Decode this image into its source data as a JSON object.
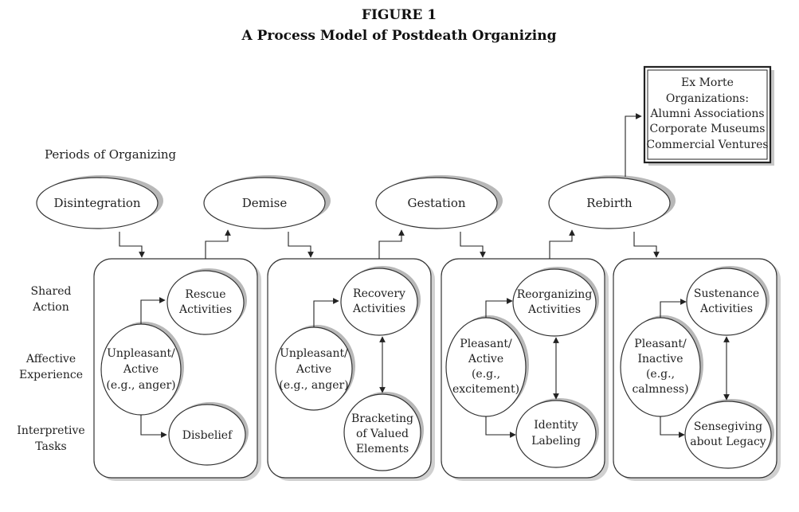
{
  "figure": {
    "label": "FIGURE 1",
    "title": "A Process Model of Postdeath Organizing"
  },
  "periods_label": "Periods of Organizing",
  "periods": [
    "Disintegration",
    "Demise",
    "Gestation",
    "Rebirth"
  ],
  "row_labels": {
    "shared_action": [
      "Shared",
      "Action"
    ],
    "affective_experience": [
      "Affective",
      "Experience"
    ],
    "interpretive_tasks": [
      "Interpretive",
      "Tasks"
    ]
  },
  "panels": [
    {
      "top": [
        "Rescue",
        "Activities"
      ],
      "affect": [
        "Unpleasant/",
        "Active",
        "(e.g., anger)"
      ],
      "bottom": [
        "Disbelief"
      ]
    },
    {
      "top": [
        "Recovery",
        "Activities"
      ],
      "affect": [
        "Unpleasant/",
        "Active",
        "(e.g., anger)"
      ],
      "bottom": [
        "Bracketing",
        "of Valued",
        "Elements"
      ]
    },
    {
      "top": [
        "Reorganizing",
        "Activities"
      ],
      "affect": [
        "Pleasant/",
        "Active",
        "(e.g.,",
        "excitement)"
      ],
      "bottom": [
        "Identity",
        "Labeling"
      ]
    },
    {
      "top": [
        "Sustenance",
        "Activities"
      ],
      "affect": [
        "Pleasant/",
        "Inactive",
        "(e.g.,",
        "calmness)"
      ],
      "bottom": [
        "Sensegiving",
        "about Legacy"
      ]
    }
  ],
  "ex_morte_box": [
    "Ex Morte",
    "Organizations:",
    "Alumni Associations",
    "Corporate Museums",
    "Commercial Ventures"
  ]
}
